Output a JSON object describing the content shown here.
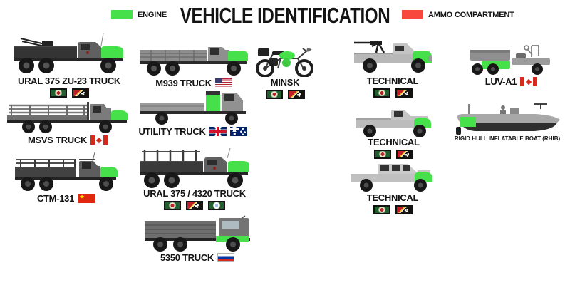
{
  "title": "VEHICLE IDENTIFICATION",
  "legend": {
    "engine": {
      "label": "ENGINE",
      "color": "#45e04a"
    },
    "ammo": {
      "label": "AMMO COMPARTMENT",
      "color": "#f8473c"
    }
  },
  "vehicles": [
    {
      "label": "URAL 375 ZU-23 TRUCK",
      "flags": [
        "green-emblem",
        "red-black-diagonal"
      ]
    },
    {
      "label": "M939 TRUCK",
      "flags": [
        "usa"
      ]
    },
    {
      "label": "MINSK",
      "flags": [
        "green-emblem",
        "red-black-diagonal"
      ]
    },
    {
      "label": "TECHNICAL",
      "flags": [
        "green-emblem",
        "red-black-diagonal"
      ]
    },
    {
      "label": "LUV-A1",
      "flags": [
        "canada"
      ]
    },
    {
      "label": "MSVS TRUCK",
      "flags": [
        "canada"
      ]
    },
    {
      "label": "UTILITY TRUCK",
      "flags": [
        "united-kingdom",
        "australia"
      ]
    },
    {
      "label": "TECHNICAL",
      "flags": [
        "green-emblem",
        "red-black-diagonal"
      ]
    },
    {
      "label": "RIGID HULL INFLATABLE BOAT (RHIB)",
      "flags": []
    },
    {
      "label": "CTM-131",
      "flags": [
        "china"
      ]
    },
    {
      "label": "URAL 375 / 4320 TRUCK",
      "flags": [
        "green-emblem",
        "red-black-diagonal",
        "green-globe"
      ]
    },
    {
      "label": "TECHNICAL",
      "flags": [
        "green-emblem",
        "red-black-diagonal"
      ]
    },
    {
      "label": "5350 TRUCK",
      "flags": [
        "russia"
      ]
    }
  ]
}
